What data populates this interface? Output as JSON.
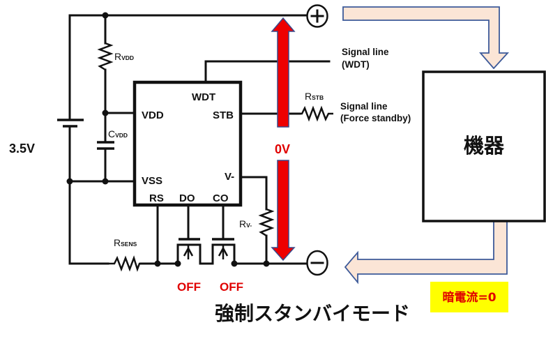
{
  "title": "強制スタンバイモード",
  "battery": {
    "voltage_label": "3.5V"
  },
  "components": {
    "r_vdd": {
      "symbol": "R",
      "subscript": "VDD"
    },
    "c_vdd": {
      "symbol": "C",
      "subscript": "VDD"
    },
    "r_stb": {
      "symbol": "R",
      "subscript": "STB"
    },
    "r_v_minus": {
      "symbol": "R",
      "subscript": "V-"
    },
    "r_sens": {
      "symbol": "R",
      "subscript": "SENS"
    }
  },
  "ic": {
    "pins": {
      "wdt": "WDT",
      "vdd": "VDD",
      "stb": "STB",
      "vss": "VSS",
      "v_minus": "V-",
      "rs": "RS",
      "do": "DO",
      "co": "CO"
    }
  },
  "signals": {
    "wdt": {
      "line1": "Signal line",
      "line2": "(WDT)"
    },
    "force_standby": {
      "line1": "Signal line",
      "line2": "(Force standby)"
    }
  },
  "voltage_indicator": "0V",
  "fet_states": {
    "do": "OFF",
    "co": "OFF"
  },
  "device_label": "機器",
  "dark_current_label": "暗電流=0",
  "colors": {
    "voltage_arrow": "#EE0000",
    "flow_arrow_fill": "#FBE5D6",
    "flow_arrow_stroke": "#3D5A99",
    "highlight_bg": "#FFFF00",
    "alert_text": "#E00000"
  }
}
